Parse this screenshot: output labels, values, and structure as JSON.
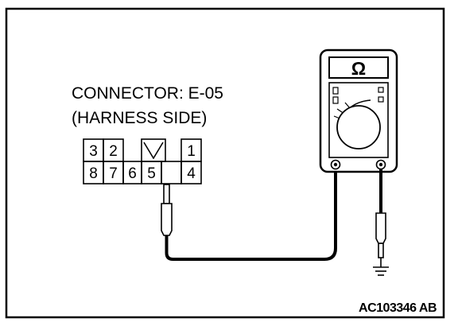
{
  "connector": {
    "name_line": "CONNECTOR: E-05",
    "side_line": "(HARNESS SIDE)",
    "top_pins": [
      "3",
      "2",
      "1"
    ],
    "bottom_pins": [
      "8",
      "7",
      "6",
      "5",
      "4"
    ]
  },
  "meter": {
    "display_symbol": "Ω"
  },
  "figure_code": "AC103346 AB",
  "colors": {
    "ink": "#000000",
    "background": "#ffffff"
  }
}
